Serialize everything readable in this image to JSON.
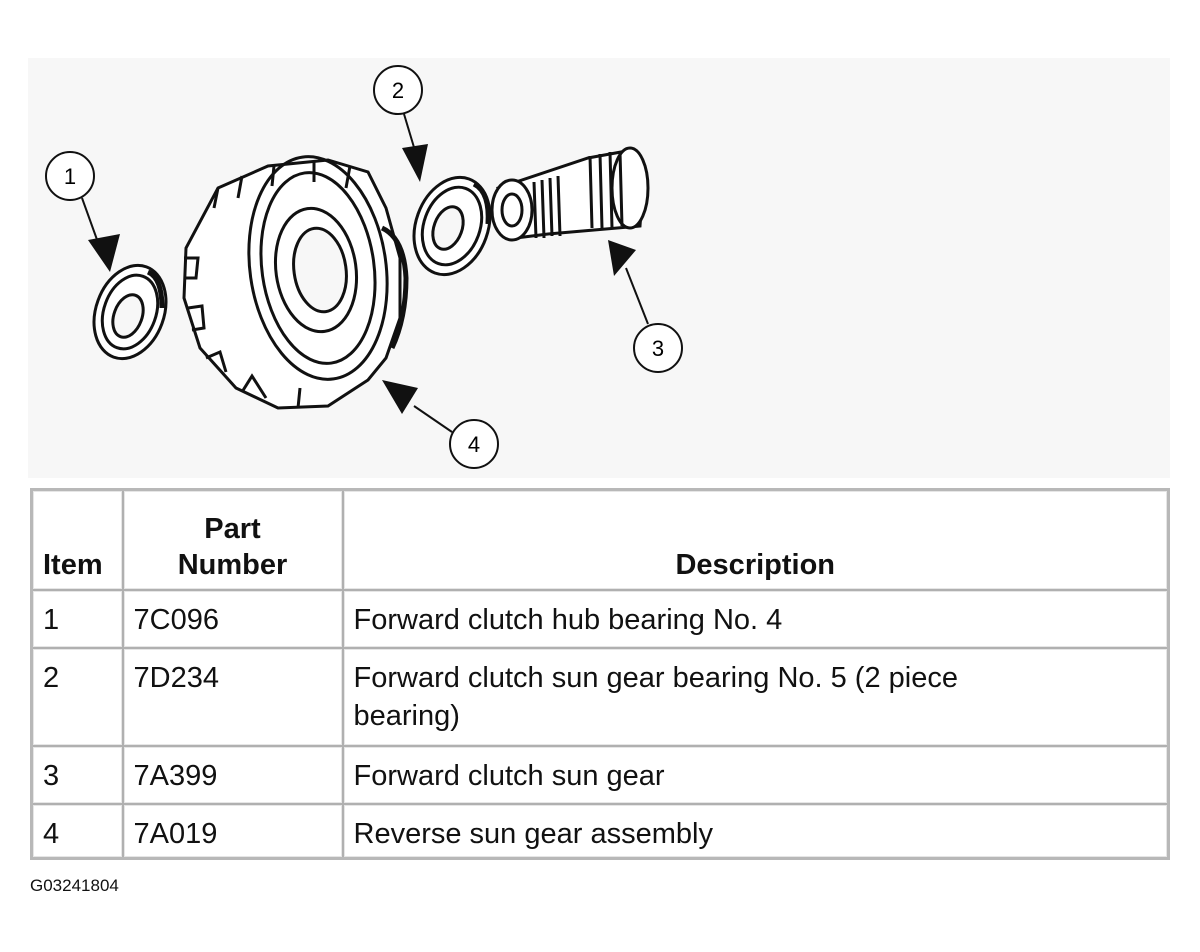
{
  "diagram": {
    "callouts": [
      "1",
      "2",
      "3",
      "4"
    ]
  },
  "table": {
    "headers": {
      "item": "Item",
      "part_line1": "Part",
      "part_line2": "Number",
      "description": "Description"
    },
    "rows": [
      {
        "item": "1",
        "part": "7C096",
        "description": "Forward clutch hub bearing No. 4"
      },
      {
        "item": "2",
        "part": "7D234",
        "description": "Forward clutch sun gear bearing No. 5 (2 piece bearing)"
      },
      {
        "item": "3",
        "part": "7A399",
        "description": "Forward clutch sun gear"
      },
      {
        "item": "4",
        "part": "7A019",
        "description": "Reverse sun gear assembly"
      }
    ]
  },
  "figure_id": "G03241804"
}
